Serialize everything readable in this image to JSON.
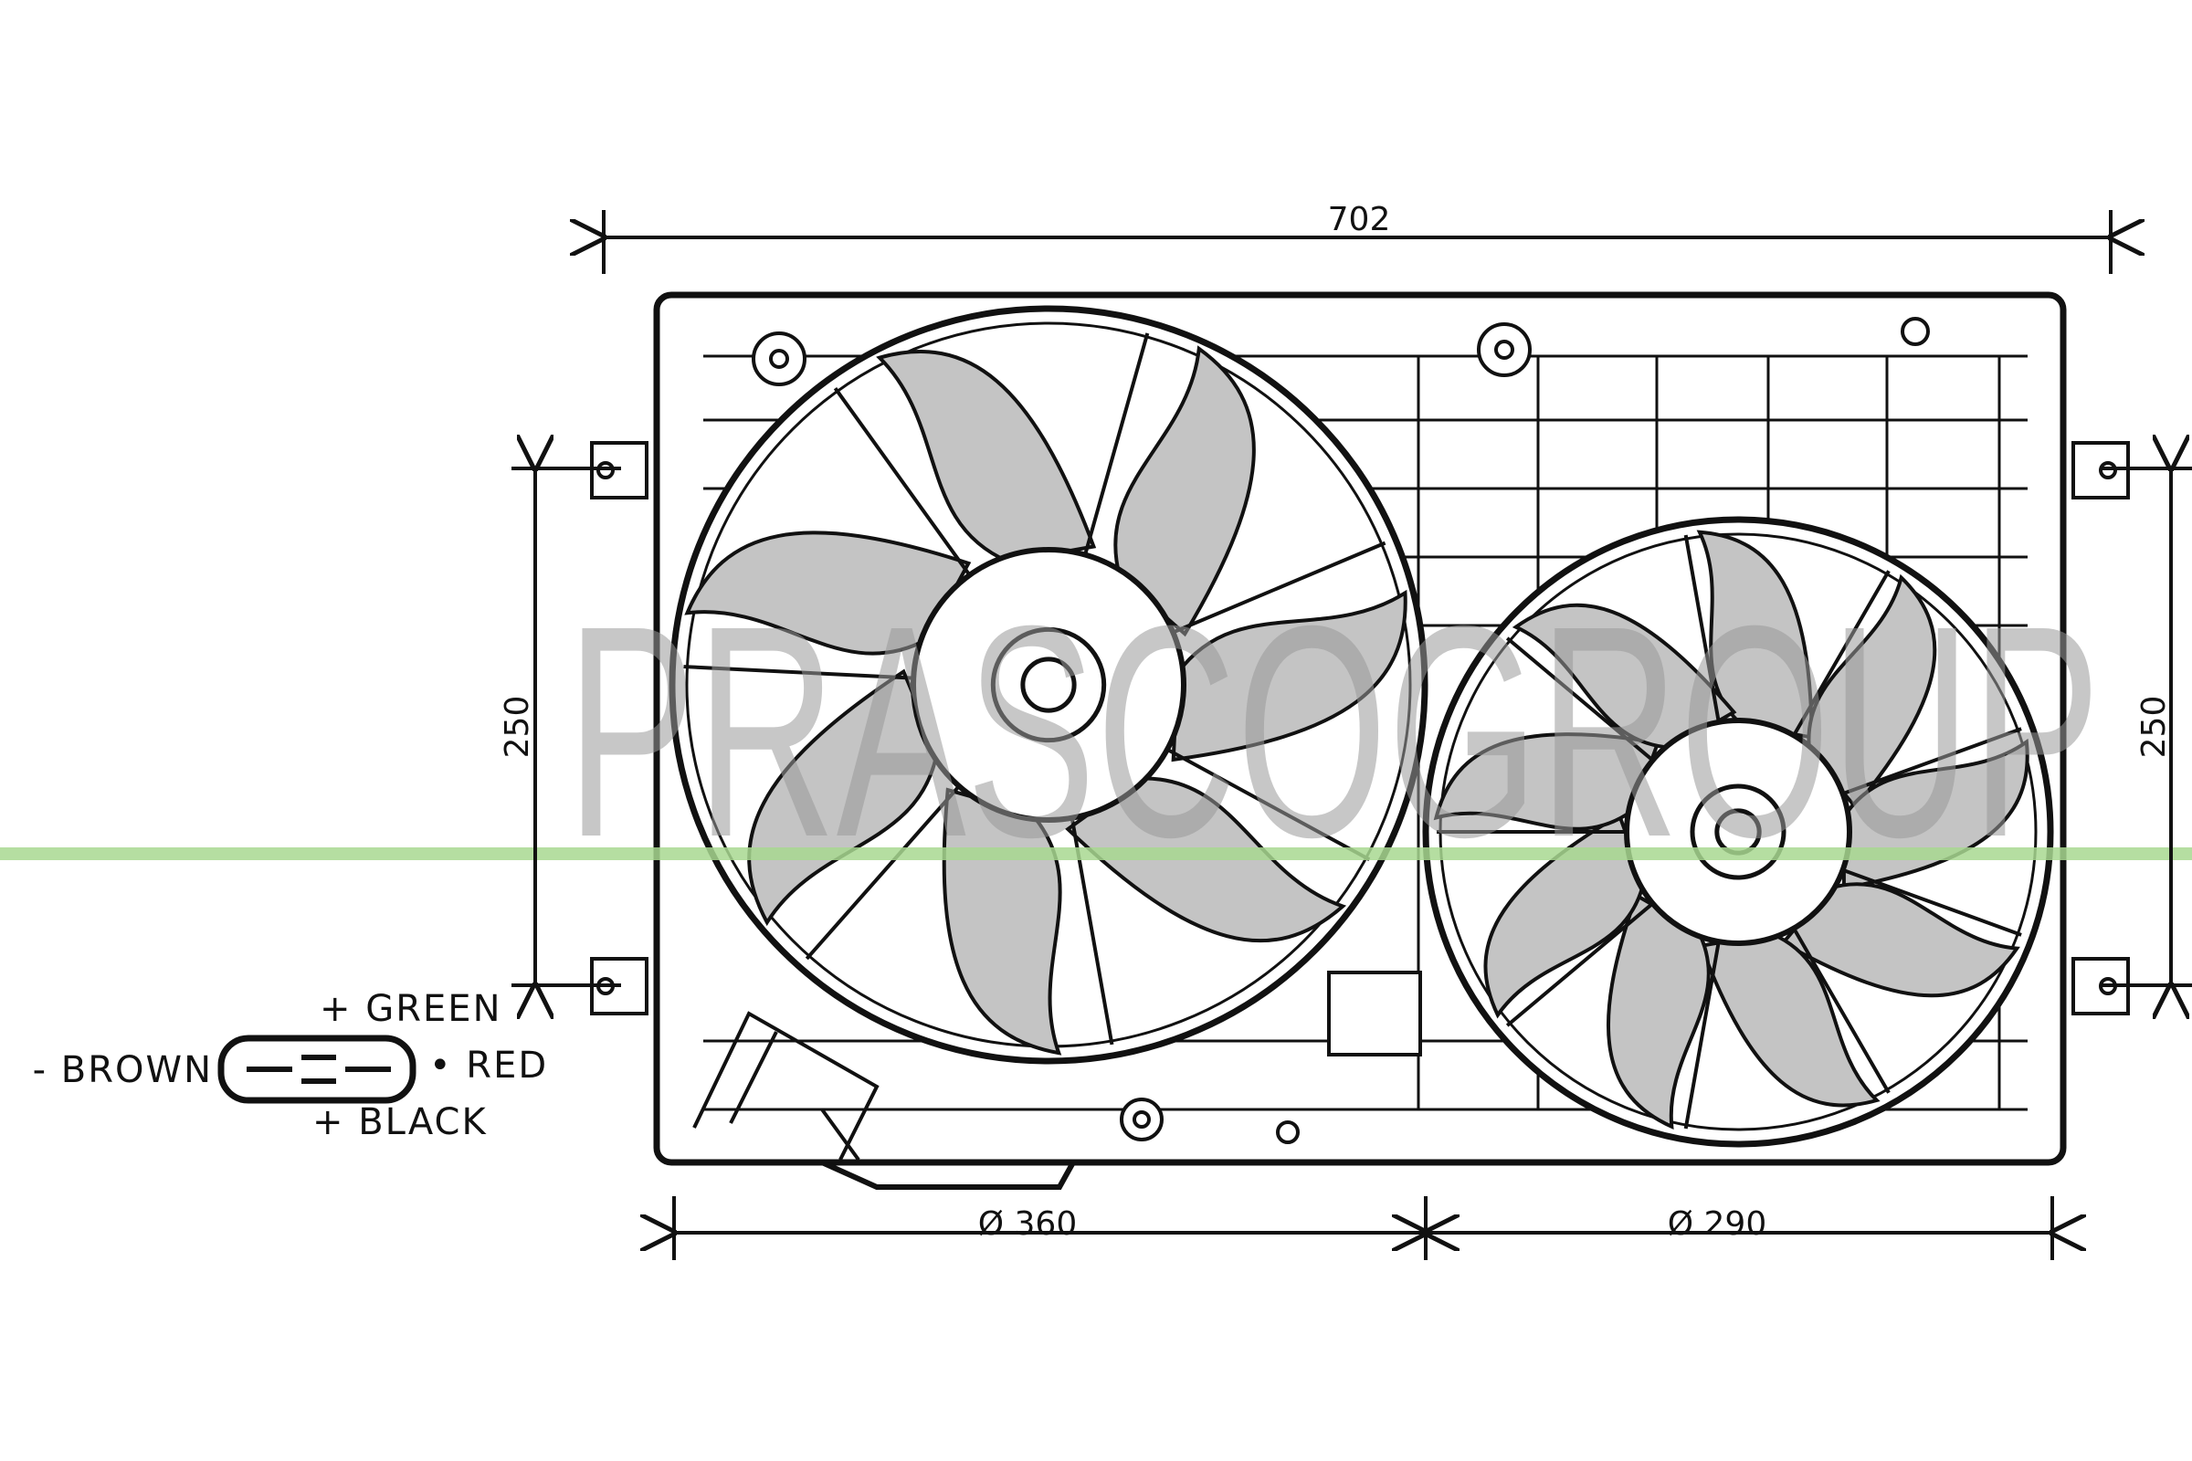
{
  "dimensions": {
    "overall_width": "702",
    "height_left": "250",
    "height_right": "250",
    "fan_left_diameter": "Ø 360",
    "fan_right_diameter": "Ø 290"
  },
  "connector": {
    "green": "+ GREEN",
    "brown": "- BROWN",
    "red": "• RED",
    "black": "+ BLACK"
  },
  "watermark": {
    "text": "PRASCOGROUP",
    "line_color": "#a8d890",
    "text_color": "#9a9a9a"
  },
  "colors": {
    "blade_fill": "#c4c4c4",
    "line": "#111111"
  }
}
